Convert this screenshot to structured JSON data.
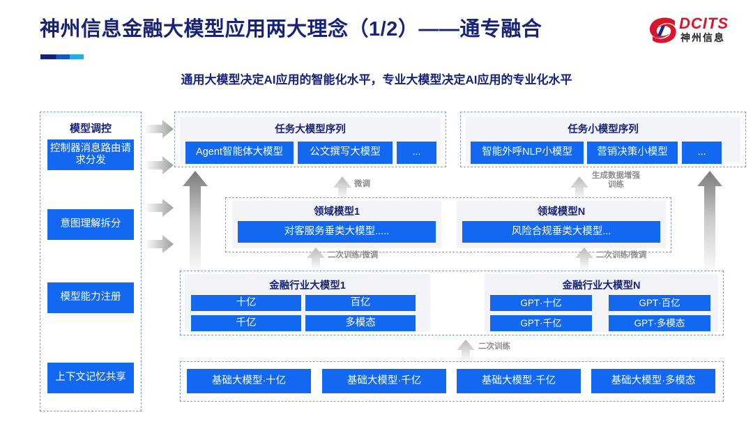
{
  "header": {
    "title": "神州信息金融大模型应用两大理念（1/2）——通专融合",
    "subtitle": "通用大模型决定AI应用的智能化水平，专业大模型决定AI应用的专业化水平",
    "logo": {
      "en": "DCITS",
      "cn": "神州信息",
      "color": "#d6172b"
    }
  },
  "colors": {
    "title": "#17227a",
    "box_blue": "#1268f0",
    "panel_gray": "#f2f4f7",
    "dashed_border": "#7e9ad6",
    "arrow_gray": "#9b9b9b"
  },
  "sidebar": {
    "title": "模型调控",
    "items": [
      {
        "label": "控制器消息路由请求分发"
      },
      {
        "label": "意图理解拆分"
      },
      {
        "label": "模型能力注册"
      },
      {
        "label": "上下文记忆共享"
      }
    ]
  },
  "layers": {
    "task_large": {
      "title": "任务大模型序列",
      "items": [
        "Agent智能体大模型",
        "公文撰写大模型",
        "..."
      ]
    },
    "task_small": {
      "title": "任务小模型序列",
      "items": [
        "智能外呼NLP小模型",
        "营销决策小模型",
        "..."
      ]
    },
    "domain": [
      {
        "title": "领域模型1",
        "item": "对客服务垂类大模型....."
      },
      {
        "title": "领域模型N",
        "item": "风险合规垂类大模型..."
      }
    ],
    "industry": [
      {
        "title": "金融行业大模型1",
        "items": [
          "十亿",
          "百亿",
          "千亿",
          "多模态"
        ]
      },
      {
        "title": "金融行业大模型N",
        "items": [
          "GPT·十亿",
          "GPT·百亿",
          "GPT·千亿",
          "GPT·多模态"
        ]
      }
    ],
    "foundation": {
      "items": [
        "基础大模型·十亿",
        "基础大模型·千亿",
        "基础大模型·千亿",
        "基础大模型·多模态"
      ]
    }
  },
  "arrow_labels": {
    "finetune": "微调",
    "data_aug": "生成数据增强\n训练",
    "retrain_finetune_left": "二次训练/微调",
    "retrain_finetune_right": "二次训练/微调",
    "retrain": "二次训练"
  }
}
